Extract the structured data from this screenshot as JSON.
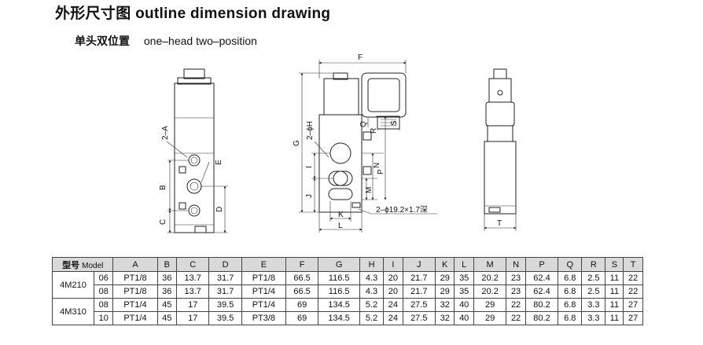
{
  "title": "外形尺寸图  outline dimension drawing",
  "subtitle": {
    "cn": "单头双位置",
    "en": "one–head two–position"
  },
  "drawing": {
    "labels": {
      "A": "2–A",
      "B": "B",
      "C": "C",
      "D": "D",
      "E": "E",
      "F": "F",
      "G": "G",
      "H": "2–ϕH",
      "I": "I",
      "J": "J",
      "K": "K",
      "L": "L",
      "M": "M",
      "N": "N",
      "P": "P",
      "Q": "Q",
      "R": "R",
      "S": "S",
      "T": "T",
      "bore": "2–ϕ19.2×1.7深"
    }
  },
  "table": {
    "header_model_cn": "型号",
    "header_model_en": "Model",
    "columns": [
      "A",
      "B",
      "C",
      "D",
      "E",
      "F",
      "G",
      "H",
      "I",
      "J",
      "K",
      "L",
      "M",
      "N",
      "P",
      "Q",
      "R",
      "S",
      "T"
    ],
    "groups": [
      {
        "model": "4M210",
        "rows": [
          {
            "size": "06",
            "cells": [
              "PT1/8",
              "36",
              "13.7",
              "31.7",
              "PT1/8",
              "66.5",
              "116.5",
              "4.3",
              "20",
              "21.7",
              "29",
              "35",
              "20.2",
              "23",
              "62.4",
              "6.8",
              "2.5",
              "11",
              "22"
            ]
          },
          {
            "size": "08",
            "cells": [
              "PT1/8",
              "36",
              "13.7",
              "31.7",
              "PT1/4",
              "66.5",
              "116.5",
              "4.3",
              "20",
              "21.7",
              "29",
              "35",
              "20.2",
              "23",
              "62.4",
              "6.8",
              "2.5",
              "11",
              "22"
            ]
          }
        ]
      },
      {
        "model": "4M310",
        "rows": [
          {
            "size": "08",
            "cells": [
              "PT1/4",
              "45",
              "17",
              "39.5",
              "PT1/4",
              "69",
              "134.5",
              "5.2",
              "24",
              "27.5",
              "32",
              "40",
              "29",
              "22",
              "80.2",
              "6.8",
              "3.3",
              "11",
              "27"
            ]
          },
          {
            "size": "10",
            "cells": [
              "PT1/4",
              "45",
              "17",
              "39.5",
              "PT3/8",
              "69",
              "134.5",
              "5.2",
              "24",
              "27.5",
              "32",
              "40",
              "29",
              "22",
              "80.2",
              "6.8",
              "3.3",
              "11",
              "27"
            ]
          }
        ]
      }
    ]
  }
}
